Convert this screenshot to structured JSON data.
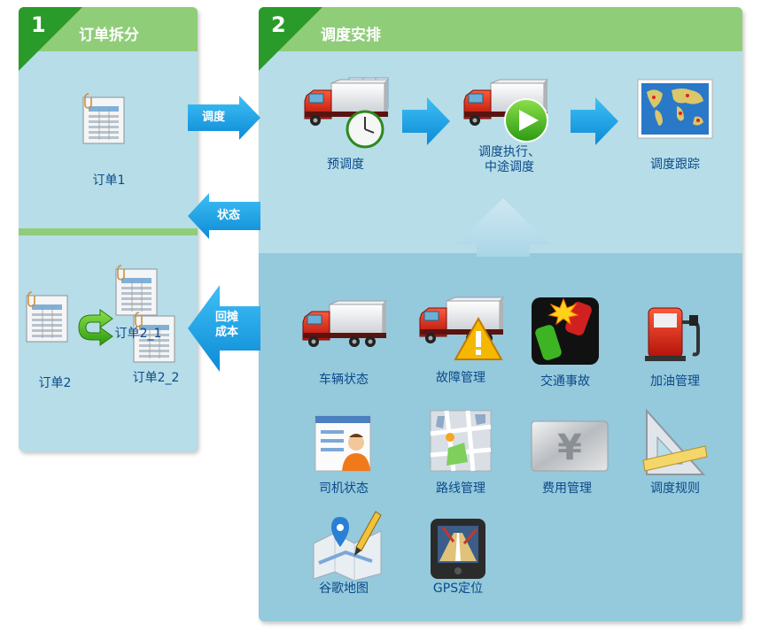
{
  "step1": {
    "number": "1",
    "title": "订单拆分"
  },
  "step2": {
    "number": "2",
    "title": "调度安排"
  },
  "orders": {
    "order1": "订单1",
    "order2": "订单2",
    "order2_1": "订单2_1",
    "order2_2": "订单2_2"
  },
  "arrows": {
    "dispatch": "调度",
    "status": "状态",
    "cost_line1": "回摊",
    "cost_line2": "成本"
  },
  "flow": {
    "pre_dispatch": "预调度",
    "execute_line1": "调度执行、",
    "execute_line2": "中途调度",
    "tracking": "调度跟踪"
  },
  "modules": [
    {
      "label": "车辆状态",
      "icon": "truck-icon"
    },
    {
      "label": "故障管理",
      "icon": "truck-warning-icon"
    },
    {
      "label": "交通事故",
      "icon": "traffic-accident-icon"
    },
    {
      "label": "加油管理",
      "icon": "fuel-pump-icon"
    },
    {
      "label": "司机状态",
      "icon": "driver-card-icon"
    },
    {
      "label": "路线管理",
      "icon": "route-map-icon"
    },
    {
      "label": "费用管理",
      "icon": "yen-icon"
    },
    {
      "label": "调度规则",
      "icon": "ruler-triangle-icon"
    },
    {
      "label": "谷歌地图",
      "icon": "google-map-icon"
    },
    {
      "label": "GPS定位",
      "icon": "gps-device-icon"
    }
  ],
  "colors": {
    "panel": "#b6dde8",
    "panel_lower": "#95c9dc",
    "header": "#8fcd79",
    "corner": "#2a9a2a",
    "arrow": "#1aa3e8",
    "label": "#0b4a8a"
  }
}
